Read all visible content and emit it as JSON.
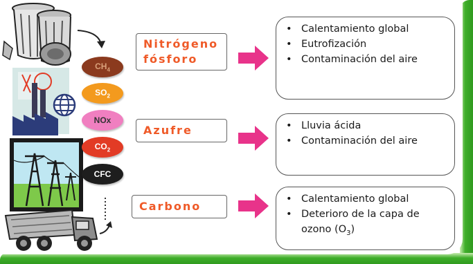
{
  "colors": {
    "element_text": "#ef5a28",
    "arrow": "#e8338a",
    "frame_green": "#3fae2a"
  },
  "pollutants": [
    {
      "label": "CH4",
      "bg": "#8b3a1e",
      "fg": "#d9a07a"
    },
    {
      "label": "SO2",
      "bg": "#f39a1e",
      "fg": "#ffffff"
    },
    {
      "label": "NOx",
      "bg": "#f07fc0",
      "fg": "#333333"
    },
    {
      "label": "CO2",
      "bg": "#e23b25",
      "fg": "#ffffff"
    },
    {
      "label": "CFC",
      "bg": "#1e1e1e",
      "fg": "#ffffff"
    }
  ],
  "rows": [
    {
      "element": "Nitrógeno fósforo",
      "effects": [
        "Calentamiento global",
        "Eutrofización",
        "Contaminación del aire"
      ]
    },
    {
      "element": "Azufre",
      "effects": [
        "Lluvia ácida",
        "Contaminación del aire"
      ]
    },
    {
      "element": "Carbono",
      "effects": [
        "Calentamiento global",
        "Deterioro de la capa de ozono"
      ],
      "ozone_formula": "(O",
      "ozone_subscript": "3",
      "ozone_close": ")"
    }
  ],
  "bullet_char": "•",
  "icons": [
    "trash-cans-icon",
    "factory-icon",
    "globe-icon",
    "power-lines-icon",
    "dump-truck-icon"
  ]
}
